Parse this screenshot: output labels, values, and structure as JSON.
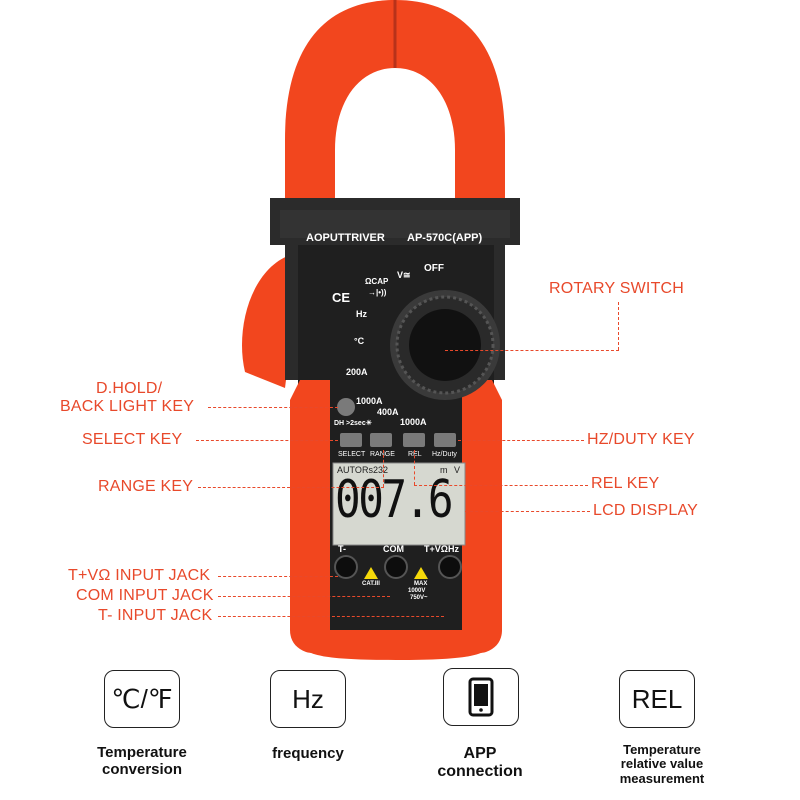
{
  "device": {
    "brand": "AOPUTTRIVER",
    "model": "AP-570C(APP)",
    "dial_labels": {
      "off": "OFF",
      "v": "V≅",
      "ohm_cap": "ΩCAP",
      "diode": "→|•))",
      "hz": "Hz",
      "celsius": "°C",
      "a200": "200A",
      "a1000": "1000A",
      "a400": "400A",
      "a1000b": "1000A",
      "dh": "DH >2sec☀"
    },
    "ce": "CE",
    "keys": [
      "SELECT",
      "RANGE",
      "REL",
      "Hz/Duty"
    ],
    "lcd": {
      "auto": "AUTO",
      "rs232": "Rs232",
      "unit_m": "m",
      "unit_v": "V",
      "reading": "007.6"
    },
    "jacks": {
      "t_minus": "T-",
      "com": "COM",
      "t_plus": "T+VΩHz",
      "cat": "CAT.III",
      "max": "MAX",
      "max_v1": "1000V",
      "max_v2": "750V~"
    }
  },
  "callouts": {
    "rotary_switch": "ROTARY SWITCH",
    "dhold_1": "D.HOLD/",
    "dhold_2": "BACK LIGHT KEY",
    "select_key": "SELECT KEY",
    "hz_duty_key": "HZ/DUTY KEY",
    "range_key": "RANGE KEY",
    "rel_key": "REL KEY",
    "lcd_display": "LCD DISPLAY",
    "tv_jack": "T+VΩ INPUT JACK",
    "com_jack": "COM INPUT JACK",
    "t_minus_jack": "T- INPUT JACK"
  },
  "features": [
    {
      "icon": "℃/℉",
      "caption_1": "Temperature",
      "caption_2": "conversion"
    },
    {
      "icon": "Hz",
      "caption_1": "frequency",
      "caption_2": ""
    },
    {
      "icon": "phone",
      "caption_1": "APP",
      "caption_2": "connection"
    },
    {
      "icon": "REL",
      "caption_1": "Temperature",
      "caption_2": "relative value",
      "caption_3": "measurement"
    }
  ],
  "colors": {
    "accent": "#e8492b",
    "body_orange": "#f2461e",
    "body_dark": "#262626"
  }
}
